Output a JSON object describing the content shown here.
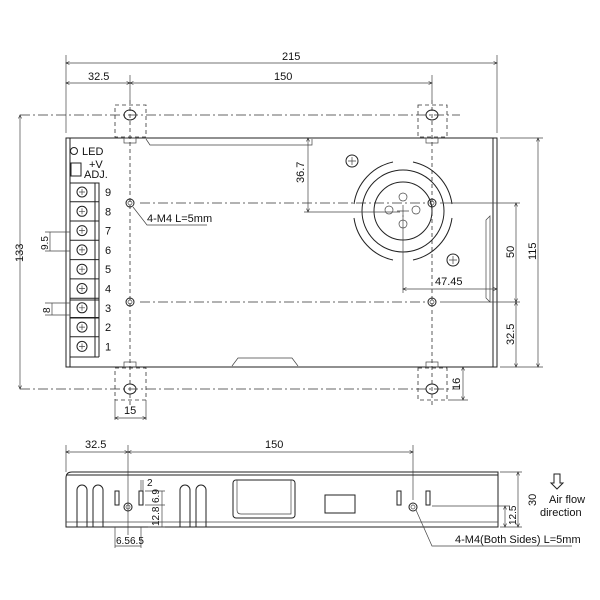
{
  "top_view": {
    "dims": {
      "overall_length": "215",
      "hole_spacing_x": "150",
      "hole_offset_x": "32.5",
      "overall_height": "133",
      "body_height": "115",
      "hole_spacing_y": "50",
      "hole_offset_y": "32.5",
      "fan_offset_y": "36.7",
      "fan_offset_x": "47.45",
      "tab_width": "15",
      "tab_depth": "16",
      "terminal_pitch": "9.5",
      "terminal_width": "8"
    },
    "led_label": "LED",
    "vadj_label_1": "+V",
    "vadj_label_2": "ADJ.",
    "terminals": [
      "9",
      "8",
      "7",
      "6",
      "5",
      "4",
      "3",
      "2",
      "1"
    ],
    "screw_note": "4-M4 L=5mm"
  },
  "side_view": {
    "dims": {
      "hole_offset_x": "32.5",
      "hole_spacing_x": "150",
      "slot_gap": "2",
      "slot_height": "6.9",
      "hole_height": "12.8",
      "left_half": "6.5",
      "right_half": "6.5",
      "height": "30",
      "hole_height_right": "12.5"
    },
    "screw_note": "4-M4(Both Sides) L=5mm",
    "airflow_1": "Air flow",
    "airflow_2": "direction"
  }
}
